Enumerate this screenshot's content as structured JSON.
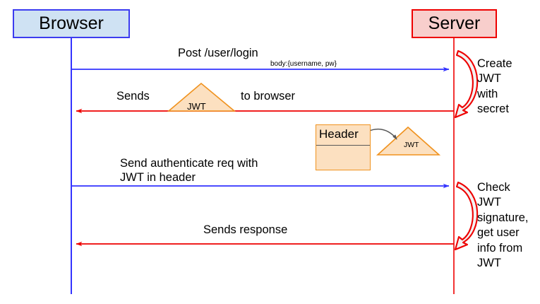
{
  "diagram": {
    "title": "JWT authentication sequence diagram",
    "type": "sequence-diagram",
    "background": "#ffffff"
  },
  "participants": [
    {
      "id": "browser",
      "label": "Browser",
      "fill": "#cfe2f3",
      "stroke": "#3c3cf0",
      "lifeline_color": "#0000ff"
    },
    {
      "id": "server",
      "label": "Server",
      "fill": "#f8cecc",
      "stroke": "#ee0000",
      "lifeline_color": "#ee0000"
    }
  ],
  "messages": [
    {
      "id": "msg-post-login",
      "label": "Post /user/login",
      "sublabel": "body:{username, pw}",
      "direction": "browser-to-server",
      "color": "#3333ff"
    },
    {
      "id": "msg-send-jwt",
      "label_before": "Sends",
      "label_after": "to browser",
      "direction": "server-to-browser",
      "color": "#ee0000"
    },
    {
      "id": "msg-authenticate",
      "label_line1": "Send authenticate req with",
      "label_line2": "JWT in header",
      "direction": "browser-to-server",
      "color": "#3333ff"
    },
    {
      "id": "msg-response",
      "label": "Sends response",
      "direction": "server-to-browser",
      "color": "#ee0000"
    }
  ],
  "shapes": [
    {
      "id": "jwt-token-1",
      "kind": "triangle",
      "label": "JWT",
      "fill": "#fce0c0",
      "stroke": "#f0921e"
    },
    {
      "id": "jwt-token-2",
      "kind": "triangle",
      "label": "JWT",
      "fill": "#fce0c0",
      "stroke": "#f0921e"
    },
    {
      "id": "header-box",
      "kind": "rectangle",
      "label": "Header",
      "fill": "#fce0c0",
      "stroke": "#f0921e"
    }
  ],
  "notes": [
    {
      "id": "note-create-jwt",
      "lines": [
        "Create",
        "JWT",
        "with",
        "secret"
      ],
      "text": "Create\nJWT\nwith\nsecret",
      "loop_color": "#ee0000"
    },
    {
      "id": "note-check-jwt",
      "lines": [
        "Check",
        "JWT",
        "signature,",
        "get user",
        "info from",
        "JWT"
      ],
      "text": "Check\nJWT\nsignature,\nget user\ninfo from\nJWT",
      "loop_color": "#ee0000"
    }
  ]
}
